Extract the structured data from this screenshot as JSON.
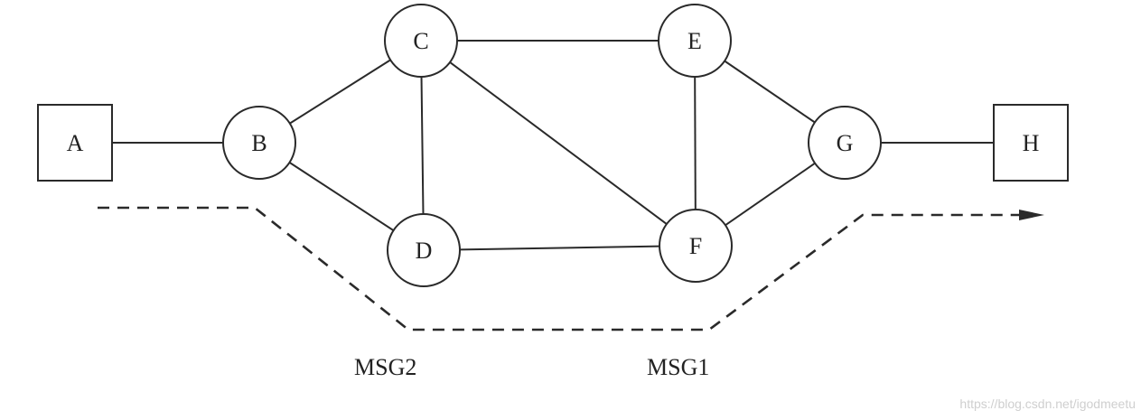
{
  "nodes": [
    {
      "id": "A",
      "label": "A",
      "shape": "square"
    },
    {
      "id": "B",
      "label": "B",
      "shape": "circle"
    },
    {
      "id": "C",
      "label": "C",
      "shape": "circle"
    },
    {
      "id": "D",
      "label": "D",
      "shape": "circle"
    },
    {
      "id": "E",
      "label": "E",
      "shape": "circle"
    },
    {
      "id": "F",
      "label": "F",
      "shape": "circle"
    },
    {
      "id": "G",
      "label": "G",
      "shape": "circle"
    },
    {
      "id": "H",
      "label": "H",
      "shape": "square"
    }
  ],
  "edges": [
    {
      "from": "A",
      "to": "B"
    },
    {
      "from": "B",
      "to": "C"
    },
    {
      "from": "B",
      "to": "D"
    },
    {
      "from": "C",
      "to": "D"
    },
    {
      "from": "C",
      "to": "E"
    },
    {
      "from": "C",
      "to": "F"
    },
    {
      "from": "D",
      "to": "F"
    },
    {
      "from": "E",
      "to": "F"
    },
    {
      "from": "E",
      "to": "G"
    },
    {
      "from": "F",
      "to": "G"
    },
    {
      "from": "G",
      "to": "H"
    }
  ],
  "labels": {
    "msg2": "MSG2",
    "msg1": "MSG1"
  },
  "watermark": "https://blog.csdn.net/igodmeetu",
  "colors": {
    "stroke": "#2a2a2a",
    "text": "#222222",
    "watermark": "#cfcfcf",
    "background": "#ffffff"
  }
}
